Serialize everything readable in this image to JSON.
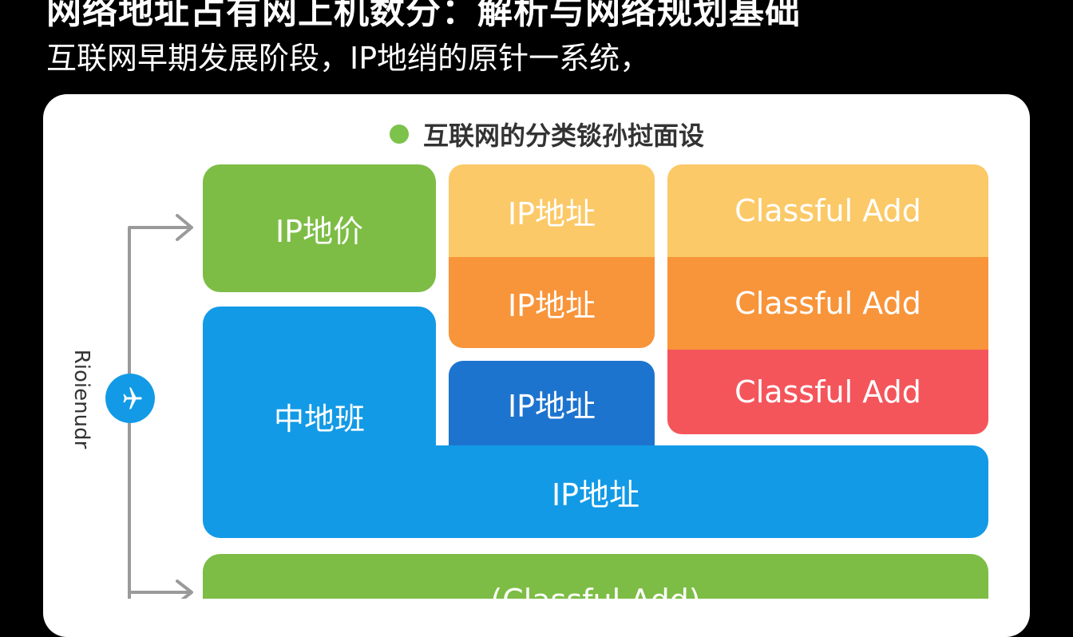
{
  "header": {
    "title": "网络地址占有网上机数分：解析与网络规划基础",
    "subtitle": "互联网早期发展阶段，IP地绡的原针一系统，"
  },
  "legend": {
    "label": "互联网的分类锬孙挝面设",
    "color": "#7cc24b"
  },
  "side": {
    "label": "Rioienudr",
    "icon": "airplane-icon"
  },
  "blocks": {
    "top_left": "IP地价",
    "middle_left": "中地班",
    "col2_row1": "IP地址",
    "col2_row2": "IP地址",
    "col2_row3": "IP地址",
    "col3_row1": "Classful Add",
    "col3_row2": "Classful Add",
    "col3_row3": "Classful Add",
    "wide_blue": "IP地址",
    "bottom": "(Classful Add)"
  },
  "colors": {
    "green": "#7dbd45",
    "blue": "#129ae6",
    "dark_blue": "#1d74cf",
    "light_orange": "#fbc967",
    "orange": "#f8943a",
    "red": "#f4555b"
  }
}
